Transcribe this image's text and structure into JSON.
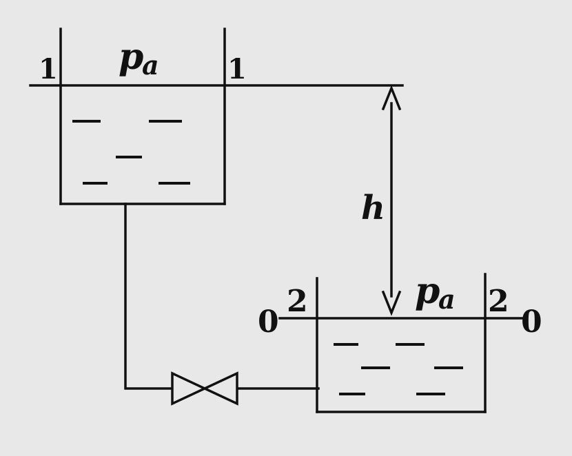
{
  "labels": {
    "section_1_left": "1",
    "section_1_right": "1",
    "pressure_top": "p",
    "pressure_top_sub": "a",
    "height": "h",
    "section_2_left": "2",
    "section_2_right": "2",
    "datum_left": "0",
    "datum_right": "0",
    "pressure_bottom": "p",
    "pressure_bottom_sub": "a"
  }
}
